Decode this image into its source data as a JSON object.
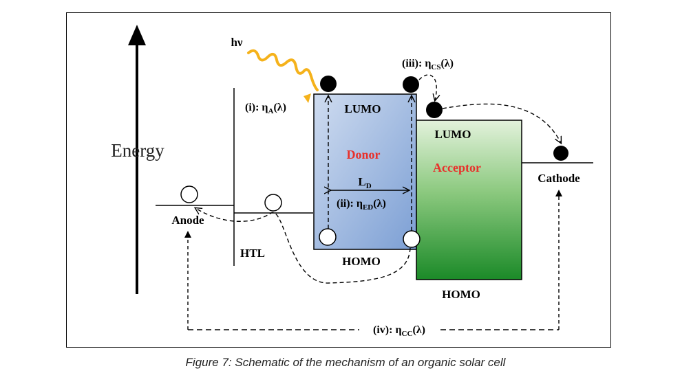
{
  "figure": {
    "energy_label": "Energy",
    "photon_label": "hν",
    "anode_label": "Anode",
    "htl_label": "HTL",
    "cathode_label": "Cathode",
    "donor": {
      "name": "Donor",
      "lumo": "LUMO",
      "homo": "HOMO",
      "diffusion_length": {
        "main": "L",
        "sub": "D"
      }
    },
    "acceptor": {
      "name": "Acceptor",
      "lumo": "LUMO",
      "homo": "HOMO"
    },
    "steps": {
      "i": {
        "prefix": "(i): η",
        "sub": "A",
        "suffix": "(λ)"
      },
      "ii": {
        "prefix": "(ii): η",
        "sub": "ED",
        "suffix": "(λ)"
      },
      "iii": {
        "prefix": "(iii): η",
        "sub": "CS",
        "suffix": "(λ)"
      },
      "iv": {
        "prefix": "(iv): η",
        "sub": "CC",
        "suffix": "(λ)"
      }
    },
    "colors": {
      "donor_label": "#e8312b",
      "acceptor_label": "#e8312b",
      "photon_wave": "#f5b21b",
      "donor_fill_top": "#c9d7ee",
      "donor_fill_bottom": "#7fa2d6",
      "acceptor_fill_top": "#dff0d8",
      "acceptor_fill_bottom": "#1f8a2a"
    }
  },
  "caption": "Figure 7: Schematic of the mechanism of an organic solar cell"
}
